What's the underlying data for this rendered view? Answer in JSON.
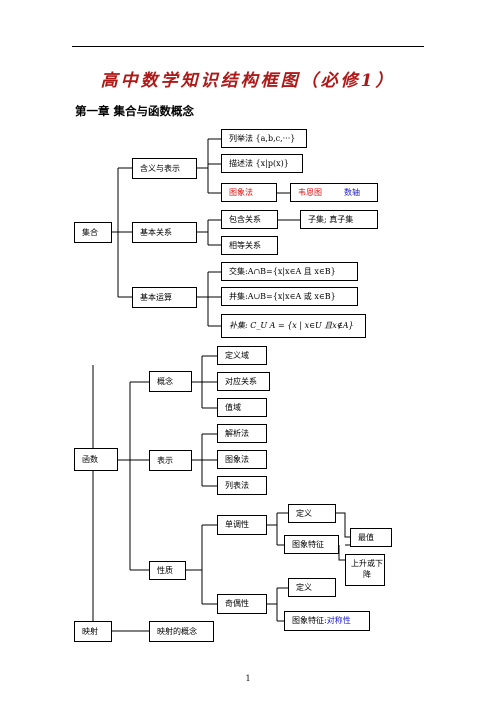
{
  "doc": {
    "title": "高中数学知识结构框图（必修1）",
    "chapter": "第一章  集合与函数概念",
    "page_number": "1"
  },
  "nodes": {
    "jihe": "集合",
    "hanyi": "含义与表示",
    "liejufa": "列举法  {a,b,c,···}",
    "miaoshufa": "描述法  {x|p(x)}",
    "tuxiangfa": "图象法",
    "shutu": "韦恩图",
    "shuzhou": "数轴",
    "jibenguanxi": "基本关系",
    "baohan": "包含关系",
    "ziji": "子集;    真子集",
    "xiangdeng": "相等关系",
    "jibenyunsuan": "基本运算",
    "jiaoji": "交集:A∩B={x|x∈A 且 x∈B}",
    "bingji": "并集:A∪B={x|x∈A 或 x∈B}",
    "buji": "补集: C_U A = {x | x∈U 且x∉A}",
    "hanshu": "函数",
    "gainian": "概念",
    "dingyiyu": "定义域",
    "duiying": "对应关系",
    "zhiyu": "值域",
    "biaoshi": "表示",
    "jiexifa": "解析法",
    "tuxiangfa2": "图象法",
    "liebiaofa": "列表法",
    "xingzhi": "性质",
    "dantiaoxing": "单调性",
    "dingyi1": "定义",
    "tuxiangtezheng1": "图象特征",
    "zuizhi": "最值",
    "shangsheng": "上升或下降",
    "qiouxing": "奇偶性",
    "dingyi2": "定义",
    "tuxiangtezheng2": "图象特征:",
    "duichenxing": "对称性",
    "yingshe": "映射",
    "yingshegainian": "映射的概念"
  },
  "colors": {
    "title": "#b01818",
    "red": "#e01010",
    "blue": "#1a1ad0"
  }
}
